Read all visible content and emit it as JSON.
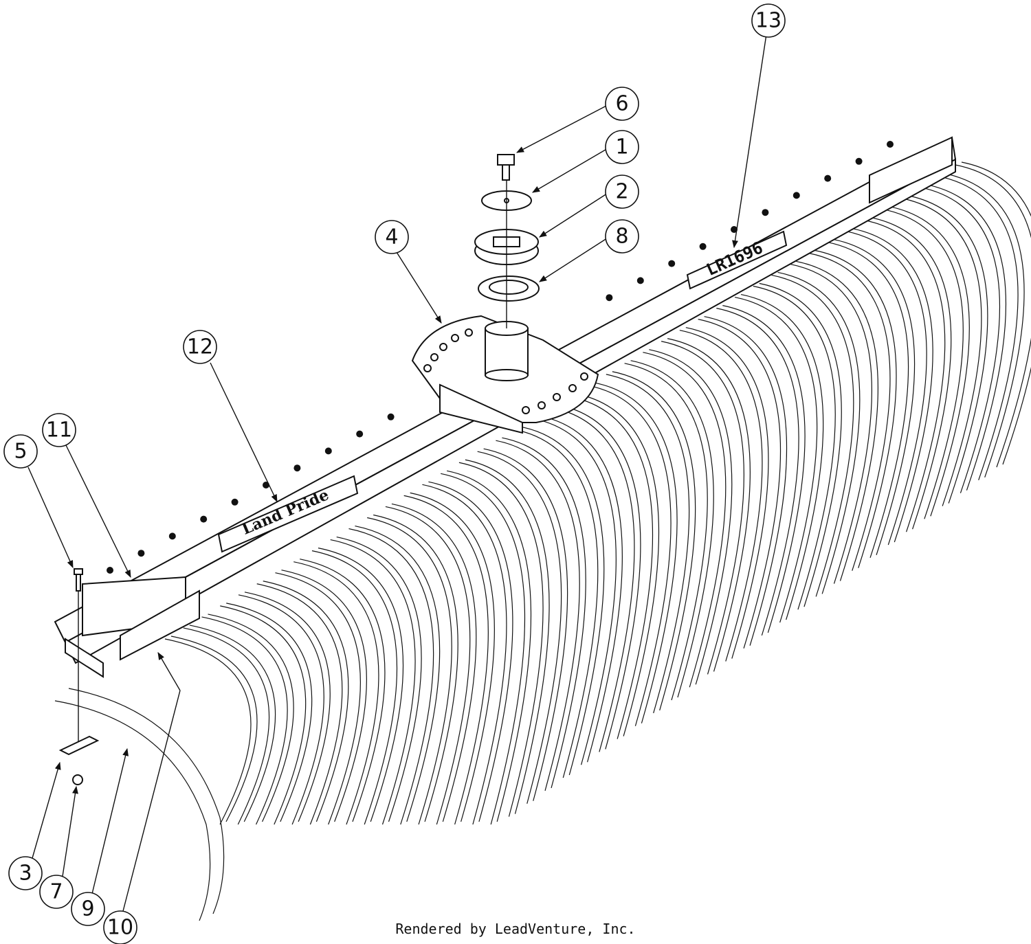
{
  "callouts": [
    {
      "label": "1"
    },
    {
      "label": "2"
    },
    {
      "label": "3"
    },
    {
      "label": "4"
    },
    {
      "label": "5"
    },
    {
      "label": "6"
    },
    {
      "label": "7"
    },
    {
      "label": "8"
    },
    {
      "label": "9"
    },
    {
      "label": "10"
    },
    {
      "label": "11"
    },
    {
      "label": "12"
    },
    {
      "label": "13"
    }
  ],
  "decals": {
    "brand": "Land Pride",
    "model": "LR1696"
  },
  "footer": "Rendered by LeadVenture, Inc."
}
